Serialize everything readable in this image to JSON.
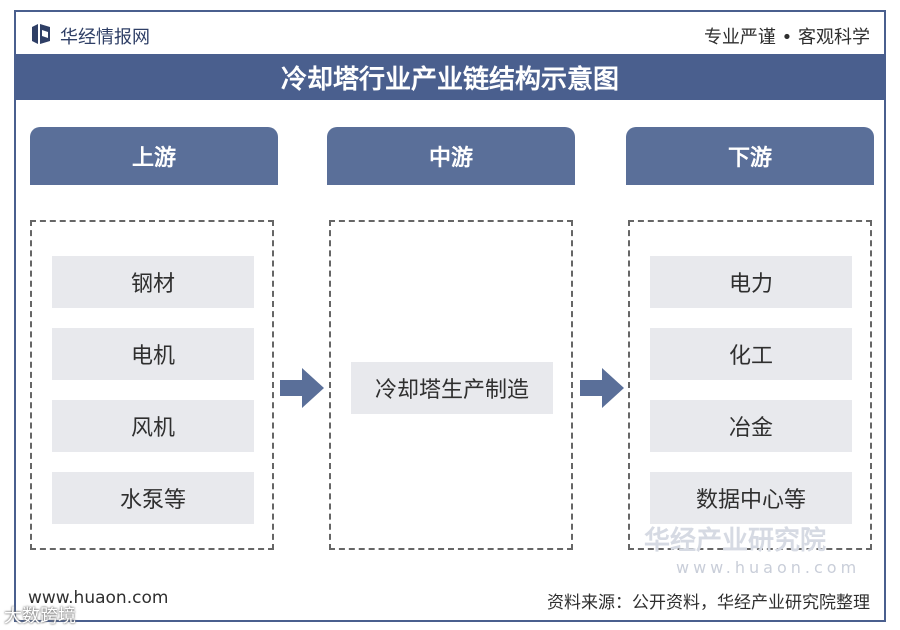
{
  "header": {
    "brand": "华经情报网",
    "slogan": "专业严谨 • 客观科学"
  },
  "title": "冷却塔行业产业链结构示意图",
  "columns": [
    {
      "heading": "上游",
      "items": [
        "钢材",
        "电机",
        "风机",
        "水泵等"
      ]
    },
    {
      "heading": "中游",
      "items": [
        "冷却塔生产制造"
      ]
    },
    {
      "heading": "下游",
      "items": [
        "电力",
        "化工",
        "冶金",
        "数据中心等"
      ]
    }
  ],
  "watermark": {
    "name": "华经产业研究院",
    "url": "www.huaon.com"
  },
  "footer": {
    "url": "www.huaon.com",
    "source": "资料来源：公开资料，华经产业研究院整理"
  },
  "corner_watermark": "大数跨境",
  "colors": {
    "title_bar": "#4a5f8e",
    "column_header": "#5a6f99",
    "item_bg": "#e8e9ed",
    "arrow": "#5a6f99"
  }
}
